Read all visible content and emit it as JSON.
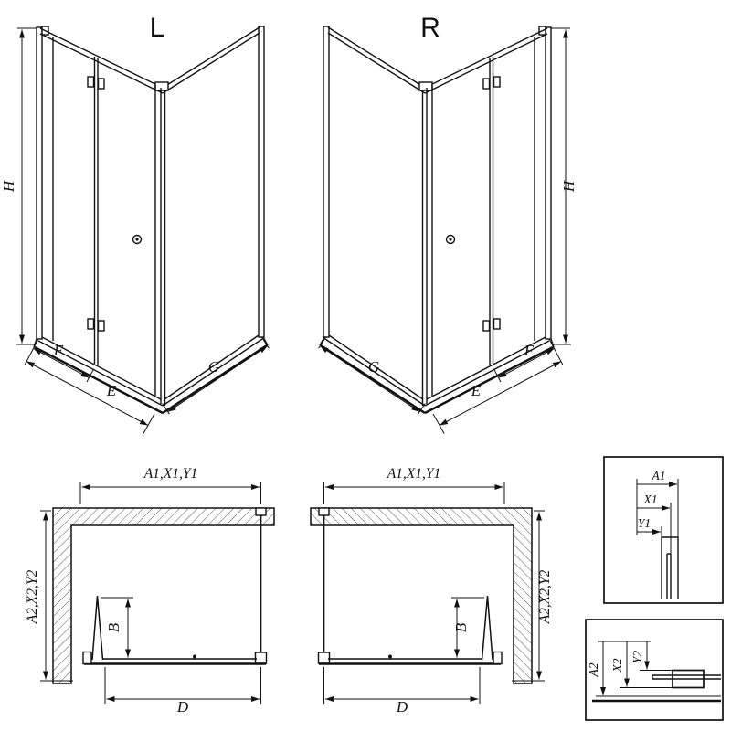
{
  "background": "#ffffff",
  "ink": "#111111",
  "perspective_views": {
    "left": {
      "variant_label": "L",
      "dim_height": "H",
      "dim_f": "F",
      "dim_e": "E",
      "dim_g": "G"
    },
    "right": {
      "variant_label": "R",
      "dim_height": "H",
      "dim_f": "F",
      "dim_e": "E",
      "dim_g": "G"
    }
  },
  "plan_views": {
    "left": {
      "dim_width_top": "A1,X1,Y1",
      "dim_depth_side": "A2,X2,Y2",
      "dim_door_b": "B",
      "dim_opening_d": "D"
    },
    "right": {
      "dim_width_top": "A1,X1,Y1",
      "dim_depth_side": "A2,X2,Y2",
      "dim_door_b": "B",
      "dim_opening_d": "D"
    }
  },
  "detail_views": {
    "top_profile": {
      "dim_1": "A1",
      "dim_2": "X1",
      "dim_3": "Y1"
    },
    "bottom_profile": {
      "dim_1": "A2",
      "dim_2": "X2",
      "dim_3": "Y2"
    }
  }
}
